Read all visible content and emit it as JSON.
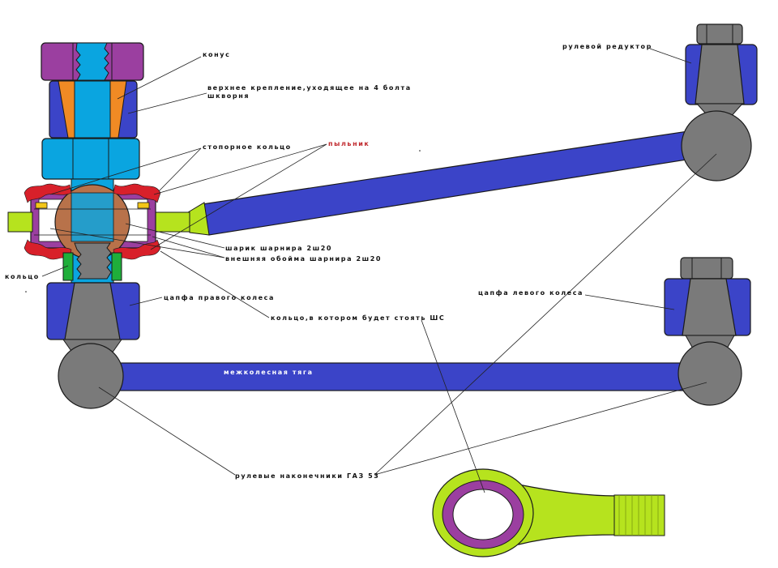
{
  "colors": {
    "purple": "#9b3fa0",
    "cyan": "#0aa5e0",
    "blue": "#3b44c8",
    "orange": "#f08a24",
    "gray": "#7a7a7a",
    "lime": "#b6e31e",
    "brown": "#b8724a",
    "red": "#d8202a",
    "green": "#1fae3a",
    "yellow": "#f3c617",
    "outline": "#1a1a1a"
  },
  "labels": {
    "cone": "конус",
    "upper_mount": "верхнее крепление,уходящее на 4 болта",
    "upper_mount_2": "шкворня",
    "retaining_ring": "стопорное кольцо",
    "boot": "пыльник",
    "ball": "шарик шарнира 2ш20",
    "outer_race": "внешняя обойма шарнира 2ш20",
    "ring": "кольцо",
    "right_knuckle": "цапфа правого колеса",
    "ring_housing": "кольцо,в котором будет стоять ШС",
    "steering_box": "рулевой редуктор",
    "left_knuckle": "цапфа левого колеса",
    "tie_rod": "межколесная тяга",
    "tie_rod_ends": "рулевые наконечники ГАЗ 53"
  }
}
